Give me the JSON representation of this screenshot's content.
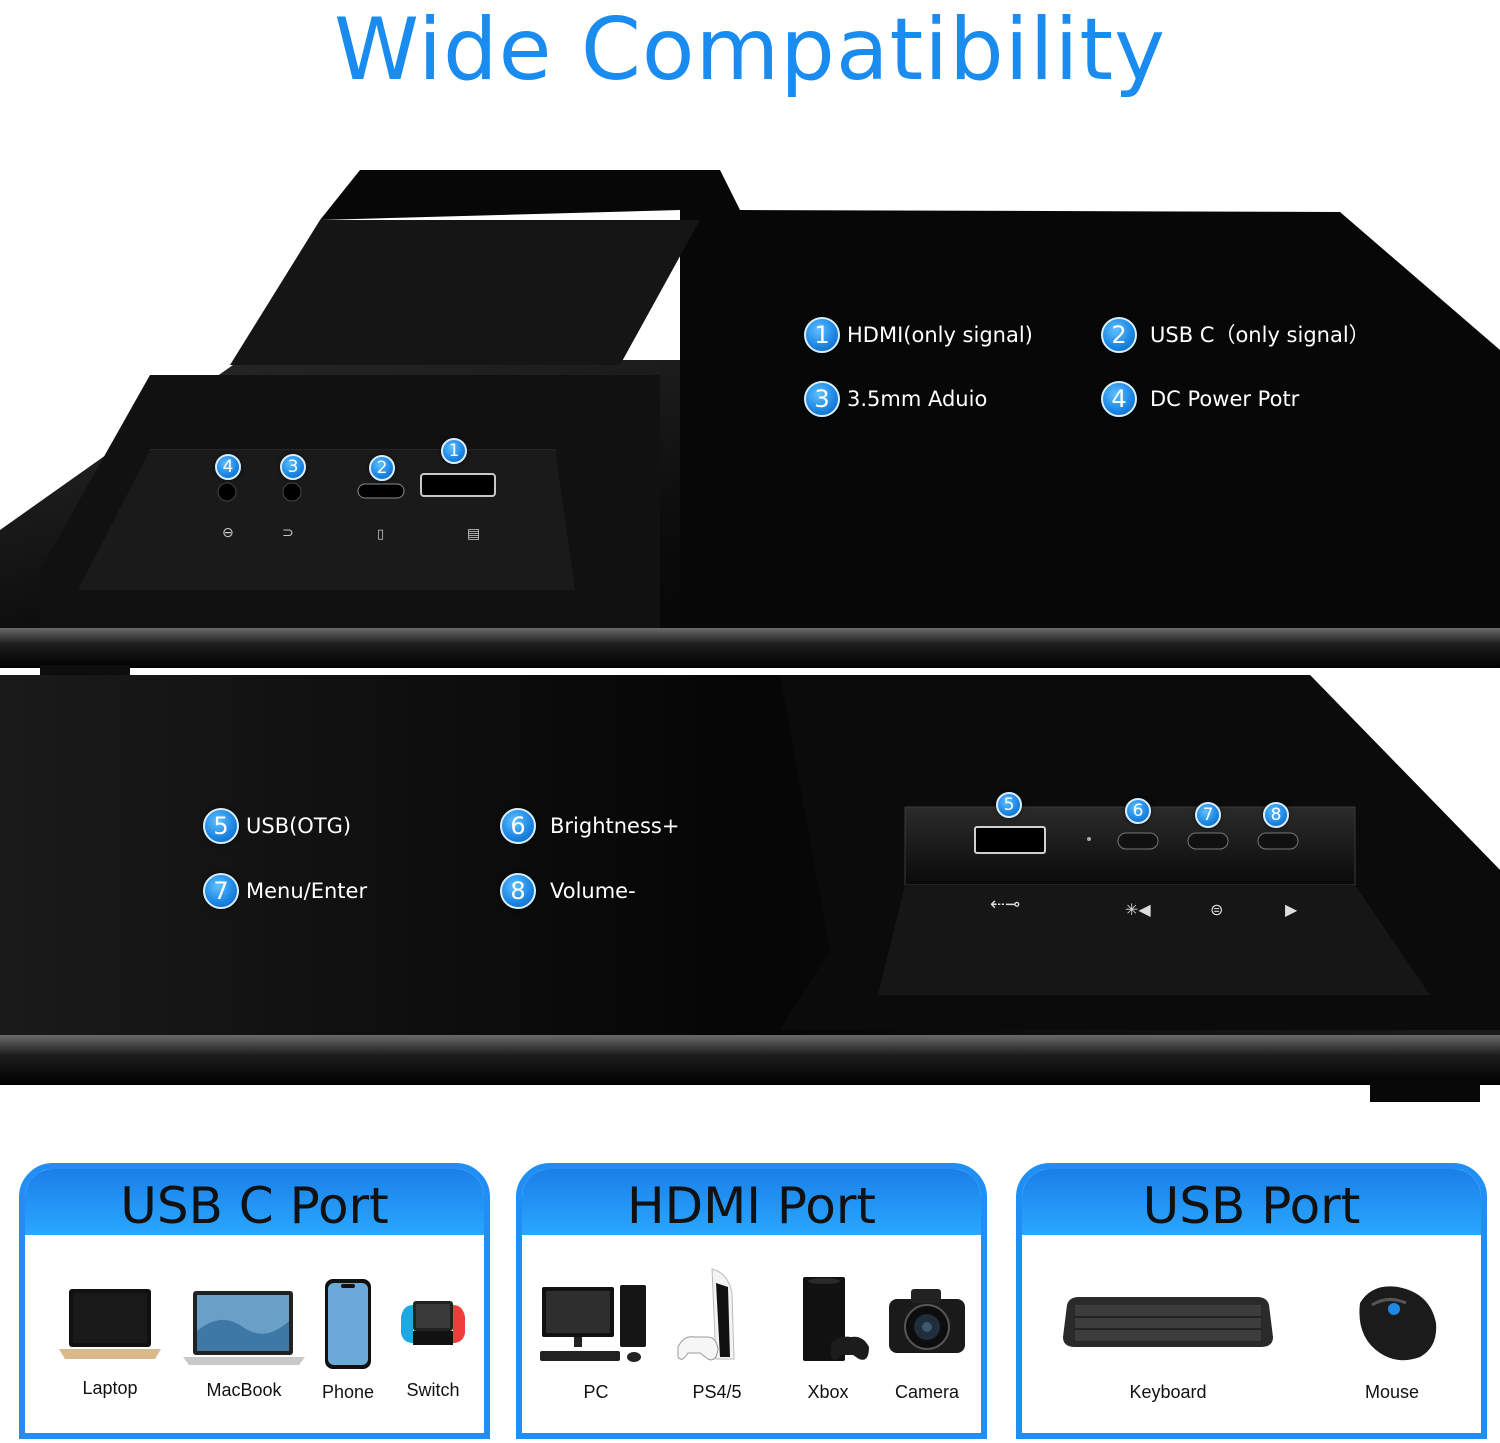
{
  "headline": "Wide Compatibility",
  "top_legend": [
    {
      "num": "1",
      "label": "HDMI(only signal)"
    },
    {
      "num": "2",
      "label": "USB C（only signal）"
    },
    {
      "num": "3",
      "label": "3.5mm Aduio"
    },
    {
      "num": "4",
      "label": "DC Power Potr"
    }
  ],
  "top_port_markers": [
    "4",
    "3",
    "2",
    "1"
  ],
  "bottom_legend": [
    {
      "num": "5",
      "label": "USB(OTG)"
    },
    {
      "num": "6",
      "label": "Brightness+"
    },
    {
      "num": "7",
      "label": "Menu/Enter"
    },
    {
      "num": "8",
      "label": "Volume-"
    }
  ],
  "bottom_port_markers": [
    "5",
    "6",
    "7",
    "8"
  ],
  "cards": [
    {
      "title": "USB C Port",
      "devices": [
        "Laptop",
        "MacBook",
        "Phone",
        "Switch"
      ]
    },
    {
      "title": "HDMI Port",
      "devices": [
        "PC",
        "PS4/5",
        "Xbox",
        "Camera"
      ]
    },
    {
      "title": "USB Port",
      "devices": [
        "Keyboard",
        "Mouse"
      ]
    }
  ],
  "colors": {
    "accent": "#1a8cf0",
    "card_border": "#1f8ef5",
    "device_body": "#0d0d0d"
  },
  "icons": [
    "laptop-icon",
    "macbook-icon",
    "phone-icon",
    "switch-console-icon",
    "pc-icon",
    "playstation-icon",
    "xbox-icon",
    "camera-icon",
    "keyboard-icon",
    "mouse-icon"
  ]
}
